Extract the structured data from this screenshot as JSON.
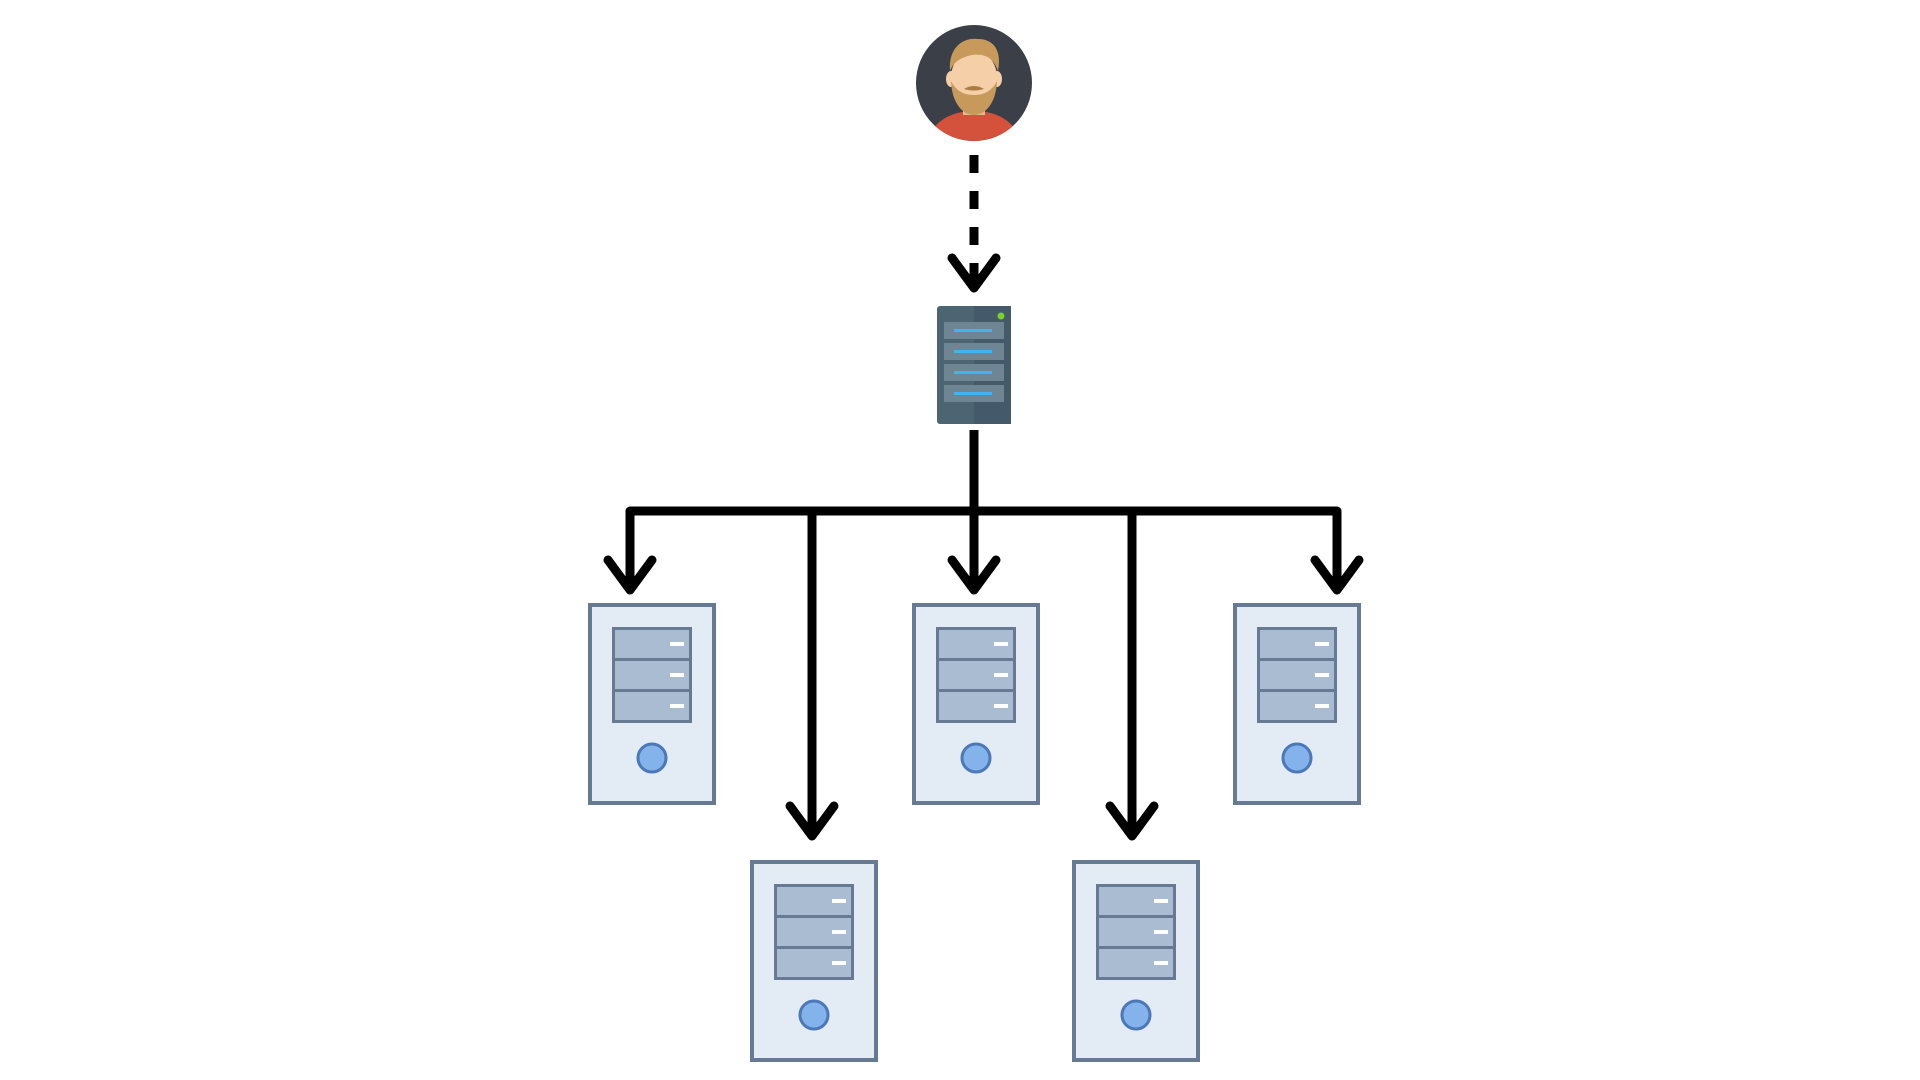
{
  "diagram": {
    "nodes": [
      {
        "id": "user",
        "kind": "user-avatar",
        "icon": "user-avatar-icon"
      },
      {
        "id": "balancer",
        "kind": "rack-server",
        "icon": "rack-server-icon"
      },
      {
        "id": "server-1",
        "kind": "tower-server",
        "icon": "tower-server-icon"
      },
      {
        "id": "server-2",
        "kind": "tower-server",
        "icon": "tower-server-icon"
      },
      {
        "id": "server-3",
        "kind": "tower-server",
        "icon": "tower-server-icon"
      },
      {
        "id": "server-4",
        "kind": "tower-server",
        "icon": "tower-server-icon"
      },
      {
        "id": "server-5",
        "kind": "tower-server",
        "icon": "tower-server-icon"
      }
    ],
    "edges": [
      {
        "from": "user",
        "to": "balancer",
        "style": "dashed"
      },
      {
        "from": "balancer",
        "to": "server-1",
        "style": "solid"
      },
      {
        "from": "balancer",
        "to": "server-2",
        "style": "solid"
      },
      {
        "from": "balancer",
        "to": "server-3",
        "style": "solid"
      },
      {
        "from": "balancer",
        "to": "server-4",
        "style": "solid"
      },
      {
        "from": "balancer",
        "to": "server-5",
        "style": "solid"
      }
    ],
    "colors": {
      "background": "#ffffff",
      "arrow": "#000000",
      "avatar_bg": "#3b3f47",
      "avatar_skin": "#f4cfa8",
      "avatar_hair": "#c79a5c",
      "avatar_shirt": "#d4513b",
      "rack_body": "#4d6472",
      "rack_slot": "#6e8593",
      "rack_light": "#3fb5f0",
      "rack_led": "#7bd12b",
      "tower_body": "#e3ecf4",
      "tower_border": "#667a93",
      "tower_bay": "#aabcd2",
      "tower_button": "#84b3ec",
      "tower_button_border": "#4d78b8"
    }
  }
}
